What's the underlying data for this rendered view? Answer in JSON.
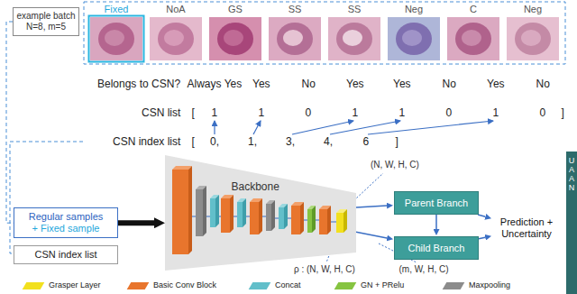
{
  "diagram": {
    "nodes": [
      {
        "text": [
          "example batch N=8, m=5"
        ]
      },
      {
        "text": [
          "Fixed"
        ]
      },
      {
        "text": [
          "NoA"
        ]
      },
      {
        "text": [
          "GS"
        ]
      },
      {
        "text": [
          "SS"
        ]
      },
      {
        "text": [
          "SS"
        ]
      },
      {
        "text": [
          "Neg"
        ]
      },
      {
        "text": [
          "C"
        ]
      },
      {
        "text": [
          "Neg"
        ]
      },
      {
        "text": [
          "Regular samples",
          "+ Fixed sample"
        ]
      },
      {
        "text": [
          "CSN index list"
        ]
      },
      {
        "text": [
          "Backbone"
        ]
      },
      {
        "text": [
          "Parent Branch"
        ]
      },
      {
        "text": [
          "Child Branch"
        ]
      },
      {
        "text": [
          "Prediction + Uncertainty"
        ]
      },
      {
        "text": [
          "UAAN"
        ]
      }
    ],
    "edges": [
      {
        "from": 0,
        "to": 9,
        "arrow": "none"
      },
      {
        "from": 9,
        "to": 11,
        "arrow": "to"
      },
      {
        "from": 11,
        "to": 12,
        "arrow": "to"
      },
      {
        "from": 11,
        "to": 13,
        "arrow": "to"
      },
      {
        "from": 12,
        "to": 13,
        "arrow": "to"
      },
      {
        "from": 12,
        "to": 14,
        "arrow": "to"
      },
      {
        "from": 13,
        "to": 14,
        "arrow": "to"
      }
    ],
    "labels": [
      "Belongs to CSN?",
      "Always Yes",
      "Yes",
      "No",
      "Yes",
      "Yes",
      "No",
      "Yes",
      "No",
      "CSN list",
      "[",
      "1",
      "1",
      "0",
      "1",
      "1",
      "0",
      "1",
      "0",
      "]",
      "CSN index list",
      "[",
      "0,",
      "1,",
      "3,",
      "4,",
      "6",
      "]",
      "(N, W, H, C)",
      "ρ : (N, W, H, C)",
      "(m, W, H, C)"
    ],
    "legend": [
      {
        "text": "Grasper Layer",
        "color": "#f2e01e"
      },
      {
        "text": "Basic Conv Block",
        "color": "#e8752d"
      },
      {
        "text": "Concat",
        "color": "#62bfca"
      },
      {
        "text": "GN + PRelu",
        "color": "#86c441"
      },
      {
        "text": "Maxpooling",
        "color": "#8c8c8c"
      }
    ]
  }
}
